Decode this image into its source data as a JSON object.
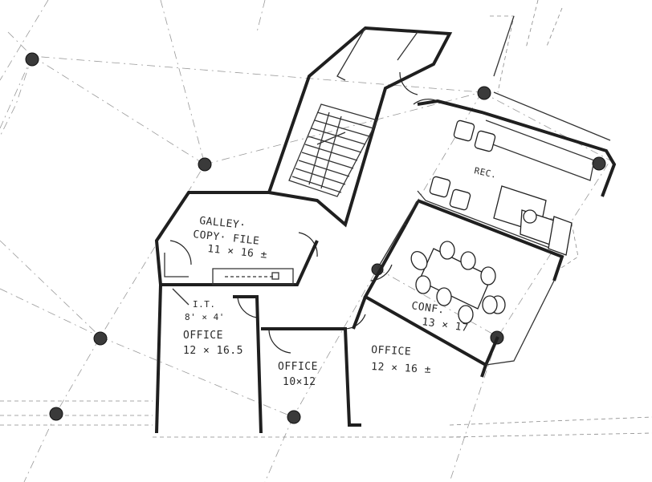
{
  "rooms": {
    "galley": {
      "line1": "GALLEY·",
      "line2": "COPY· FILE",
      "size": "11 × 16 ±"
    },
    "it": {
      "line1": "I.T.",
      "line2": "8' × 4'"
    },
    "office_a": {
      "name": "OFFICE",
      "size": "12 × 16.5"
    },
    "office_b": {
      "name": "OFFICE",
      "size": "10×12"
    },
    "office_c": {
      "name": "OFFICE",
      "size": "12 × 16 ±"
    },
    "conf": {
      "name": "CONF.",
      "size": "13 × 17"
    },
    "reception": {
      "name": "REC."
    }
  }
}
